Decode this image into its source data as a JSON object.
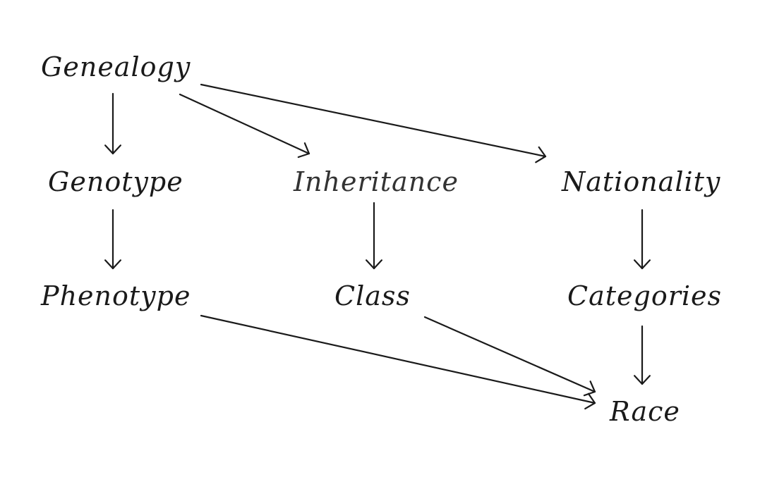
{
  "diagram": {
    "nodes": {
      "genealogy": "Genealogy",
      "genotype": "Genotype",
      "inheritance": "Inheritance",
      "nationality": "Nationality",
      "phenotype": "Phenotype",
      "class": "Class",
      "categories": "Categories",
      "race": "Race"
    },
    "edges": [
      {
        "from": "genealogy",
        "to": "genotype"
      },
      {
        "from": "genealogy",
        "to": "inheritance"
      },
      {
        "from": "genealogy",
        "to": "nationality"
      },
      {
        "from": "genotype",
        "to": "phenotype"
      },
      {
        "from": "inheritance",
        "to": "class"
      },
      {
        "from": "nationality",
        "to": "categories"
      },
      {
        "from": "phenotype",
        "to": "race"
      },
      {
        "from": "class",
        "to": "race"
      },
      {
        "from": "categories",
        "to": "race"
      }
    ],
    "colors": {
      "text": "#1a1a1a",
      "arrow": "#1a1a1a",
      "background": "#ffffff"
    }
  }
}
